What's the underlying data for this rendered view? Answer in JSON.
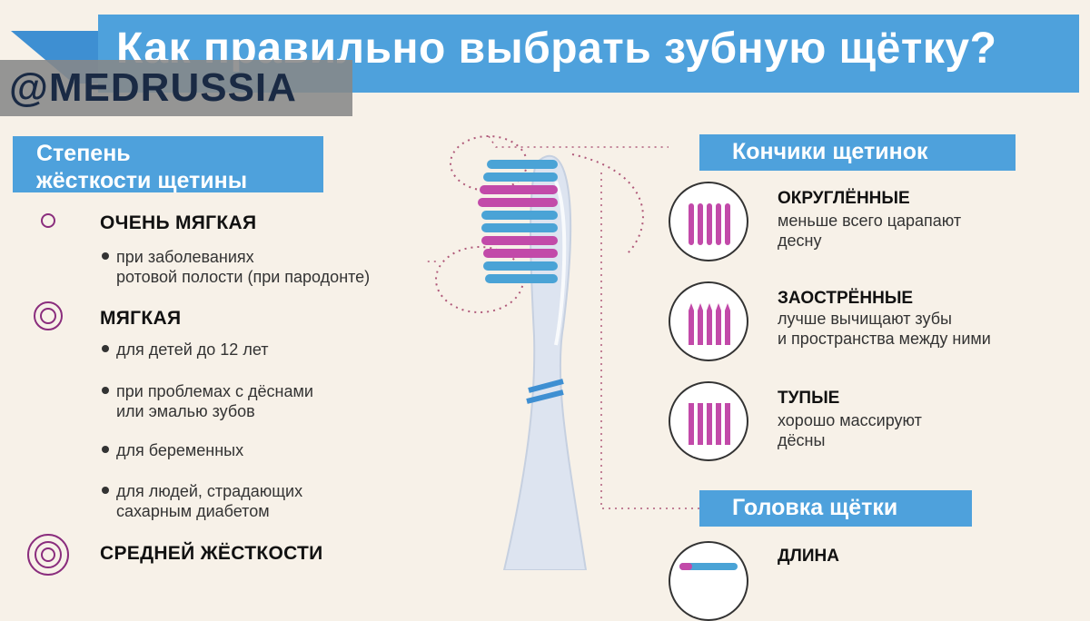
{
  "title": "Как правильно выбрать зубную щётку?",
  "watermark": "@MEDRUSSIA",
  "colors": {
    "accent_blue": "#4ea1dc",
    "bristle_pink": "#c24aa9",
    "bristle_blue": "#4aa3d6",
    "background": "#f7f1e8"
  },
  "stiffness": {
    "heading_line1": "Степень",
    "heading_line2": "жёсткости щетины",
    "levels": [
      {
        "label": "ОЧЕНЬ МЯГКАЯ",
        "icon": "single-ring-icon",
        "bullets": [
          {
            "line1": "при заболеваниях",
            "line2": "ротовой полости (при пародонте)"
          }
        ]
      },
      {
        "label": "МЯГКАЯ",
        "icon": "double-ring-icon",
        "bullets": [
          {
            "line1": "для детей до 12 лет"
          },
          {
            "line1": "при проблемах с дёснами",
            "line2": "или эмалью зубов"
          },
          {
            "line1": "для беременных"
          },
          {
            "line1": "для людей, страдающих",
            "line2": "сахарным диабетом"
          }
        ]
      },
      {
        "label": "СРЕДНЕЙ ЖЁСТКОСТИ",
        "icon": "triple-ring-icon",
        "bullets": []
      }
    ]
  },
  "tips": {
    "heading": "Кончики щетинок",
    "items": [
      {
        "title": "ОКРУГЛЁННЫЕ",
        "line1": "меньше всего царапают",
        "line2": "десну",
        "icon": "rounded-bristles-icon"
      },
      {
        "title": "ЗАОСТРЁННЫЕ",
        "line1": "лучше вычищают зубы",
        "line2": "и пространства между ними",
        "icon": "pointed-bristles-icon"
      },
      {
        "title": "ТУПЫЕ",
        "line1": "хорошо массируют",
        "line2": "дёсны",
        "icon": "blunt-bristles-icon"
      }
    ]
  },
  "brush_head": {
    "heading": "Головка щётки",
    "items": [
      {
        "title": "ДЛИНА",
        "icon": "brush-head-icon"
      }
    ]
  }
}
